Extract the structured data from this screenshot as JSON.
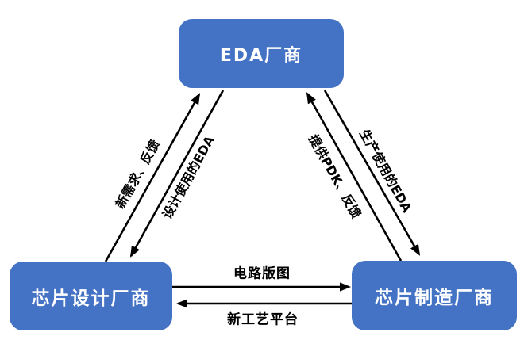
{
  "diagram": {
    "nodes": {
      "eda": {
        "label": "EDA厂商"
      },
      "design": {
        "label": "芯片设计厂商"
      },
      "manufacture": {
        "label": "芯片制造厂商"
      }
    },
    "edges": {
      "design_to_eda": {
        "label": "新需求、反馈",
        "from": "芯片设计厂商",
        "to": "EDA厂商"
      },
      "eda_to_design": {
        "label": "设计使用的EDA",
        "from": "EDA厂商",
        "to": "芯片设计厂商"
      },
      "manufacture_to_eda": {
        "label": "提供PDK、反馈",
        "from": "芯片制造厂商",
        "to": "EDA厂商"
      },
      "eda_to_manufacture": {
        "label": "生产使用的EDA",
        "from": "EDA厂商",
        "to": "芯片制造厂商"
      },
      "design_to_manufacture": {
        "label": "电路版图",
        "from": "芯片设计厂商",
        "to": "芯片制造厂商"
      },
      "manufacture_to_design": {
        "label": "新工艺平台",
        "from": "芯片制造厂商",
        "to": "芯片设计厂商"
      }
    },
    "colors": {
      "node_fill": "#4472c4",
      "node_text": "#ffffff",
      "arrow": "#000000",
      "background": "#ffffff"
    }
  }
}
